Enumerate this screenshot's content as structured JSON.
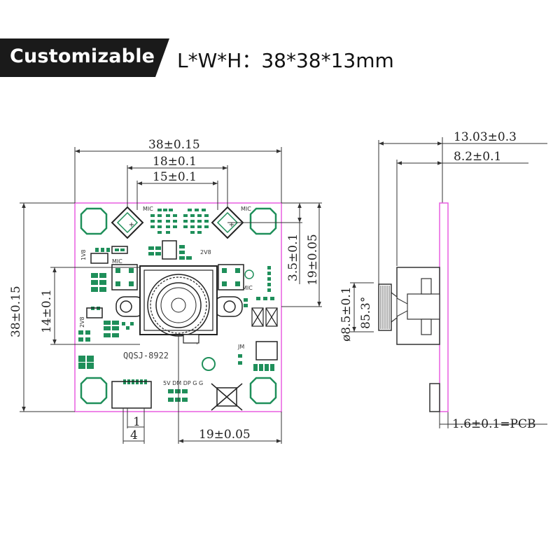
{
  "banner": {
    "title": "Customizable",
    "bg_color": "#1a1a1a"
  },
  "header": {
    "dimensions_text": "L*W*H：38*38*13mm"
  },
  "front_view": {
    "dims": {
      "width_total": "38±0.15",
      "hole_spacing_outer": "18±0.1",
      "hole_spacing_inner": "15±0.1",
      "height_total": "38±0.15",
      "left_offset": "14±0.1",
      "right_offset": "3.5±0.1",
      "right_center": "19±0.05",
      "bottom_center": "19±0.05",
      "connector_1": "1",
      "connector_4": "4"
    },
    "labels": {
      "mic_top_left": "MIC",
      "mic_top_right": "MIC",
      "mic_mid_left": "MIC",
      "mic_mid_right": "MIC",
      "v18": "1V8",
      "v28_top": "2V8",
      "v28_left": "2V8",
      "jm": "JM",
      "model": "QQSJ-8922",
      "pins": "5V DM DP G G",
      "minus": "-",
      "plus": "+"
    }
  },
  "side_view": {
    "dims": {
      "total_height": "13.03±0.3",
      "lens_height": "8.2±0.1",
      "lens_diameter": "ø8.5±0.1",
      "angle": "85.3°",
      "pcb_thickness": "1.6±0.1=PCB"
    }
  },
  "colors": {
    "board_outline": "#e85fe0",
    "pad_green": "#1f8f5a",
    "line": "#333333"
  }
}
